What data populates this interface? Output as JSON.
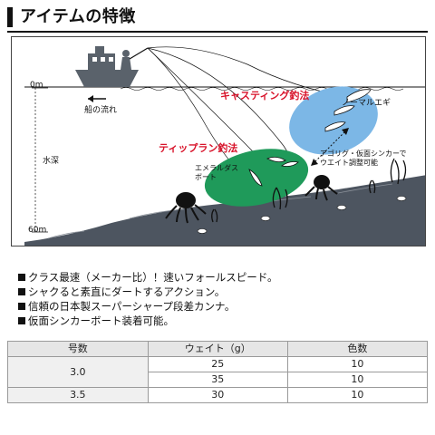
{
  "header": {
    "title": "アイテムの特徴"
  },
  "illustration": {
    "depth_top": "0m",
    "depth_bottom": "60m",
    "depth_axis": "水深",
    "boat_drift": "船の流れ",
    "casting_method": "キャスティング釣法",
    "tip_run_method": "ティップラン釣法",
    "normal_egi": "ノーマルエギ",
    "emerald_dasu_boat": "エメラルダス\nボート",
    "sinker_note": "アゴリグ・仮面シンカーで\nウエイト調整可能"
  },
  "features": [
    "クラス最速（メーカー比）！速いフォールスピード。",
    "シャクると素直にダートするアクション。",
    "信頼の日本製スーパーシャープ段差カンナ。",
    "仮面シンカーボート装着可能。"
  ],
  "spec_table": {
    "headers": [
      "号数",
      "ウェイト（g）",
      "色数"
    ],
    "rows": [
      {
        "size": "3.0",
        "weights": [
          "25",
          "35"
        ],
        "colors": [
          "10",
          "10"
        ]
      },
      {
        "size": "3.5",
        "weights": [
          "30"
        ],
        "colors": [
          "10"
        ]
      }
    ]
  },
  "colors": {
    "blue_zone": "#7cb7e6",
    "green_zone": "#1f9a5a",
    "red_text": "#d8132a",
    "seabed": "#4d5560"
  }
}
